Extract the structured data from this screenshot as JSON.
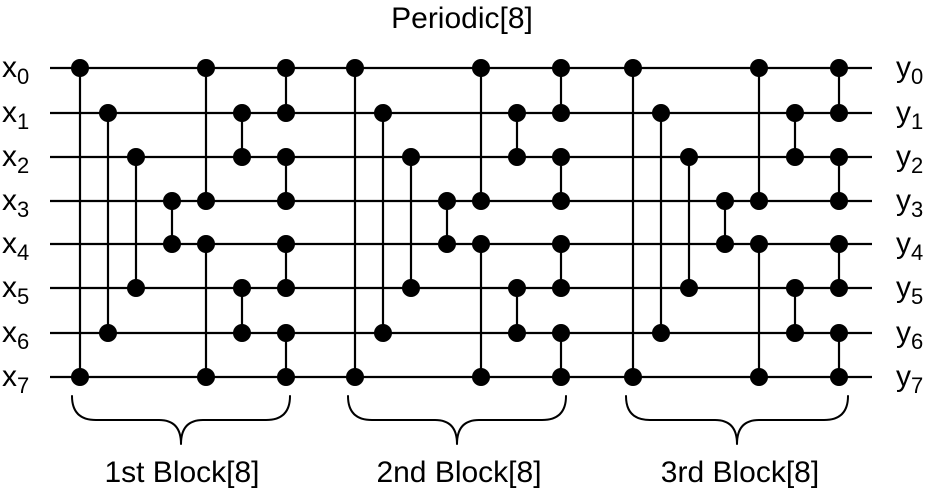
{
  "title": "Periodic[8]",
  "inputs": [
    {
      "name": "x",
      "index": "0"
    },
    {
      "name": "x",
      "index": "1"
    },
    {
      "name": "x",
      "index": "2"
    },
    {
      "name": "x",
      "index": "3"
    },
    {
      "name": "x",
      "index": "4"
    },
    {
      "name": "x",
      "index": "5"
    },
    {
      "name": "x",
      "index": "6"
    },
    {
      "name": "x",
      "index": "7"
    }
  ],
  "outputs": [
    {
      "name": "y",
      "index": "0"
    },
    {
      "name": "y",
      "index": "1"
    },
    {
      "name": "y",
      "index": "2"
    },
    {
      "name": "y",
      "index": "3"
    },
    {
      "name": "y",
      "index": "4"
    },
    {
      "name": "y",
      "index": "5"
    },
    {
      "name": "y",
      "index": "6"
    },
    {
      "name": "y",
      "index": "7"
    }
  ],
  "blocks": [
    {
      "label": "1st Block[8]"
    },
    {
      "label": "2nd Block[8]"
    },
    {
      "label": "3rd Block[8]"
    }
  ],
  "comparator_pairs_per_block": [
    [
      0,
      7
    ],
    [
      1,
      6
    ],
    [
      2,
      5
    ],
    [
      3,
      4
    ],
    [
      0,
      3
    ],
    [
      4,
      7
    ],
    [
      1,
      2
    ],
    [
      5,
      6
    ],
    [
      0,
      1
    ],
    [
      2,
      3
    ],
    [
      4,
      5
    ],
    [
      6,
      7
    ]
  ]
}
